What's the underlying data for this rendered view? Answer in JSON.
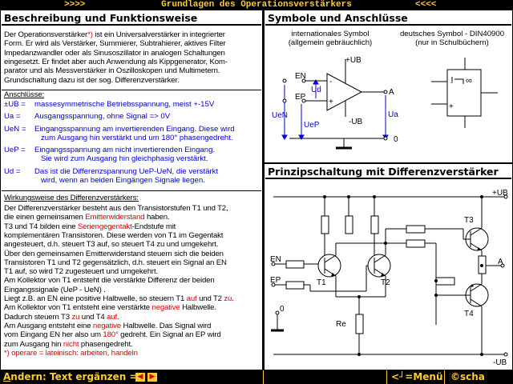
{
  "topbar": {
    "arrows_left": ">>>>",
    "title": "Grundlagen des Operationsverstärkers",
    "arrows_right": "<<<<"
  },
  "left": {
    "header": "Beschreibung und Funktionsweise",
    "intro": [
      [
        "Der Operationsverstärker",
        "*)",
        " ist ein Universalverstärker in integrierter"
      ],
      "Form. Er wird als Verstärker, Summierer, Subtrahierer, aktives Filter",
      "Impedanzwandler oder als Sinusoszillator in analogen Schaltungen",
      "eingesetzt. Er findet aber auch Anwendung als Kippgenerator, Kom-",
      "parator und als Messverstärker in Oszilloskopen und Multimetern.",
      "Grundschaltung dazu ist der sog. Differenzverstärker."
    ],
    "connections_title": "Anschlüsse:",
    "connections": [
      {
        "key": "±UB =",
        "lines": [
          "massesymmetrische Betriebsspannung, meist +-15V"
        ]
      },
      {
        "key": "Ua =",
        "lines": [
          "Ausgangsspannung, ohne Signal => 0V"
        ]
      },
      {
        "key": "UeN =",
        "lines": [
          "Eingangsspannung am invertierenden Eingang. Diese wird",
          "zum Ausgang hin verstärkt und um 180° phasengedreht."
        ]
      },
      {
        "key": "UeP =",
        "lines": [
          "Eingangsspannung am nicht invertierenden Eingang.",
          "Sie wird zum Ausgang hin gleichphasig verstärkt."
        ]
      },
      {
        "key": "Ud =",
        "lines": [
          "Das ist die Differenzspannung UeP-UeN, die verstärkt",
          "wird, wenn an beiden Eingängen Signale liegen."
        ]
      }
    ],
    "function_title": "Wirkungsweise des Differenzverstärkers:",
    "function_lines": [
      [
        [
          "Der Differenzverstärker besteht aus den Transistorstufen T1 und T2,",
          ""
        ]
      ],
      [
        [
          "die einen gemeinsamen ",
          ""
        ],
        [
          "Emitterwiderstand",
          "red"
        ],
        [
          " haben.",
          ""
        ]
      ],
      [
        [
          "T3 und T4 bilden eine ",
          ""
        ],
        [
          "Seriengegentakt",
          "red"
        ],
        [
          "-Endstufe mit",
          ""
        ]
      ],
      [
        [
          "komplementären Transistoren. Diese werden von T1 im Gegentakt",
          ""
        ]
      ],
      [
        [
          "angesteuert, d.h. steuert T3 auf, so steuert T4 zu und umgekehrt.",
          ""
        ]
      ],
      [
        [
          "Über den gemeinsamen Emitterwiderstand steuern sich die beiden",
          ""
        ]
      ],
      [
        [
          "Transistoren T1 und T2 gegensätzlich, d.h. steuert ein Signal an EN",
          ""
        ]
      ],
      [
        [
          "T1 auf, so wird T2 zugesteuert und umgekehrt.",
          ""
        ]
      ],
      [
        [
          "Am Kollektor von T1 entsteht die verstärkte Differenz der beiden",
          ""
        ]
      ],
      [
        [
          "Eingangssignale (UeP - UeN) .",
          ""
        ]
      ],
      [
        [
          "Liegt z.B. an EN eine positive Halbwelle, so steuern T1 ",
          ""
        ],
        [
          "auf",
          "red"
        ],
        [
          " und T2 ",
          ""
        ],
        [
          "zu",
          "red"
        ],
        [
          ".",
          ""
        ]
      ],
      [
        [
          "Am Kollektor von T1 entsteht eine verstärkte ",
          ""
        ],
        [
          "negative",
          "red"
        ],
        [
          " Halbwelle.",
          ""
        ]
      ],
      [
        [
          "Dadurch steuern T3 ",
          ""
        ],
        [
          "zu",
          "red"
        ],
        [
          " und T4 ",
          ""
        ],
        [
          "auf",
          "red"
        ],
        [
          ".",
          ""
        ]
      ],
      [
        [
          "Am Ausgang entsteht eine ",
          ""
        ],
        [
          "negative",
          "red"
        ],
        [
          " Halbwelle.  Das Signal wird",
          ""
        ]
      ],
      [
        [
          "vom Eingang EN her also um ",
          ""
        ],
        [
          "180°",
          "red"
        ],
        [
          " gedreht.  Ein Signal an EP wird",
          ""
        ]
      ],
      [
        [
          "zum Ausgang hin ",
          ""
        ],
        [
          "nicht",
          "red"
        ],
        [
          " phasengedreht.",
          ""
        ]
      ],
      [
        [
          "*) operare = lateinisch: arbeiten, handeln",
          "red"
        ]
      ]
    ]
  },
  "symbols": {
    "header": "Symbole und Anschlüsse",
    "intl_label_1": "internationales Symbol",
    "intl_label_2": "(allgemein gebräuchlich)",
    "de_label_1": "deutsches Symbol - DIN40900",
    "de_label_2": "(nur in Schulbüchern)",
    "pins": {
      "ub_plus": "+UB",
      "ub_minus": "-UB",
      "en": "EN",
      "ep": "EP",
      "a": "A",
      "zero": "0",
      "ud": "Ud",
      "uen": "UeN",
      "uep": "UeP",
      "ua": "Ua",
      "inf": "∞",
      "minus": "-",
      "plus": "+"
    }
  },
  "schematic": {
    "header": "Prinzipschaltung mit Differenzverstärker",
    "labels": {
      "ub_plus": "+UB",
      "ub_minus": "-UB",
      "en": "EN",
      "ep": "EP",
      "a": "A",
      "zero": "0",
      "t1": "T1",
      "t2": "T2",
      "t3": "T3",
      "t4": "T4",
      "re": "Re"
    }
  },
  "bottombar": {
    "andern_key": "A",
    "andern_rest": "ndern",
    "andern_suffix": ": Text ergänzen =",
    "nav_prev": "◀",
    "nav_next": "▶",
    "menu": "<┘=Menü",
    "author": "©scha"
  },
  "colors": {
    "accent": "#ffcc33",
    "text_blue": "#0000cc",
    "text_red": "#dd0000",
    "wire": "#000000",
    "resistor_fill": "#ffffff"
  }
}
